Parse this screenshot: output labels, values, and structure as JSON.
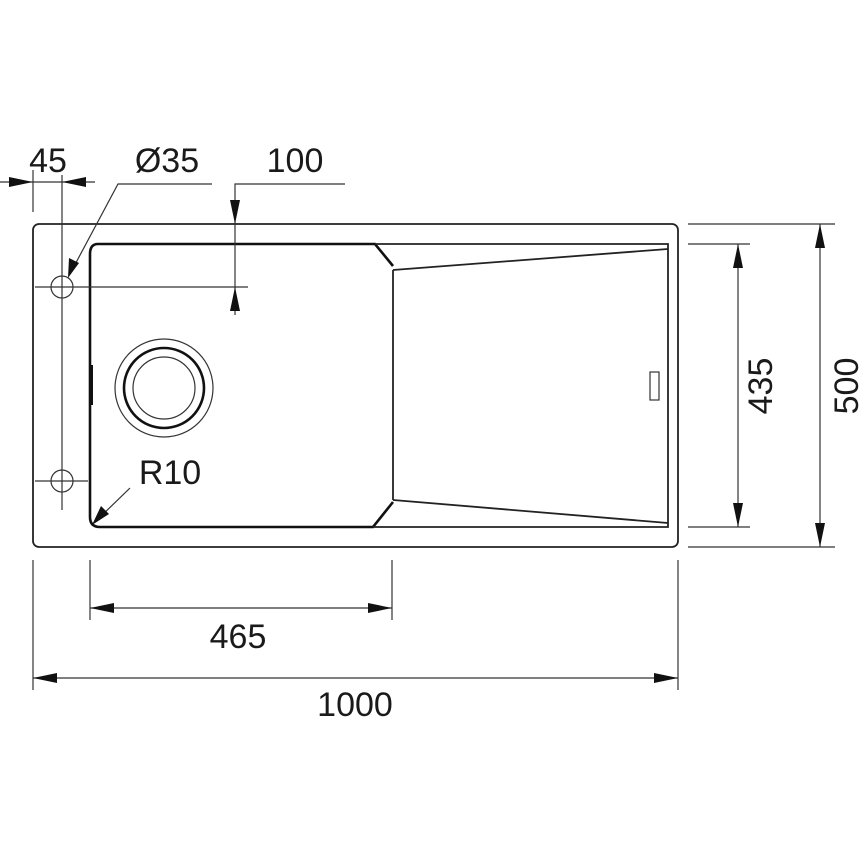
{
  "drawing": {
    "dimensions": {
      "tap_offset": "45",
      "tap_hole_diameter": "Ø35",
      "tap_hole_from_edge": "100",
      "bowl_radius": "R10",
      "bowl_width": "465",
      "overall_width": "1000",
      "bowl_depth": "435",
      "overall_depth": "500"
    },
    "colors": {
      "line": "#111111",
      "background": "#ffffff"
    }
  }
}
